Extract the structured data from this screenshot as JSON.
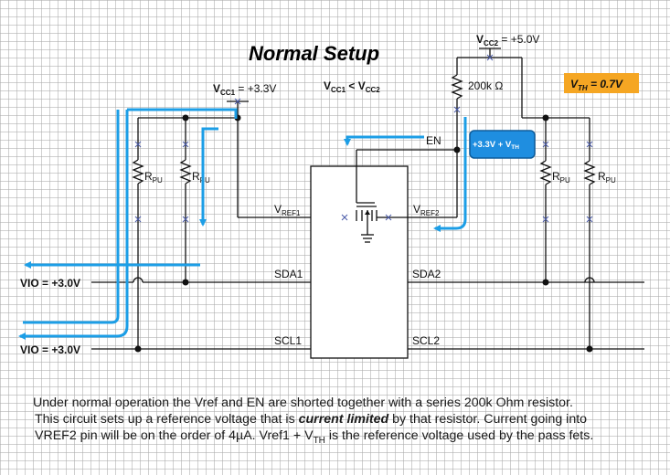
{
  "title": "Normal Setup",
  "supply": {
    "vcc1_prefix": "V",
    "vcc1_sub": "CC1",
    "vcc1_value": " = +3.3V",
    "vcc2_prefix": "V",
    "vcc2_sub": "CC2",
    "vcc2_value": " = +5.0V",
    "relation_a": "V",
    "relation_a_sub": "CC1",
    "relation_sep": " < ",
    "relation_b": "V",
    "relation_b_sub": "CC2"
  },
  "vth_badge": {
    "prefix": "V",
    "sub": "TH",
    "value": " = 0.7V",
    "color": "#f5a623"
  },
  "ref_badge": {
    "text": "+3.3V + V",
    "sub": "TH",
    "color": "#1f8ee0"
  },
  "resistor_200k": "200k Ω",
  "pullup": {
    "prefix": "R",
    "sub": "PU"
  },
  "pins": {
    "en": "EN",
    "vref1_prefix": "V",
    "vref1_sub": "REF1",
    "vref2_prefix": "V",
    "vref2_sub": "REF2",
    "sda1": "SDA1",
    "sda2": "SDA2",
    "scl1": "SCL1",
    "scl2": "SCL2"
  },
  "vio_top": "VIO = +3.0V",
  "vio_bottom": "VIO = +3.0V",
  "colors": {
    "flow": "#1c9ee6",
    "wire": "#111111"
  },
  "description": {
    "line1": "Under normal operation the Vref and EN are shorted together with a series 200k Ohm resistor.",
    "line2_a": "This circuit sets up a reference voltage that is ",
    "line2_emph": "current limited",
    "line2_b": " by that resistor.  Current going into",
    "line3_a": "VREF2 pin will be on the order of 4µA.  Vref1 + V",
    "line3_sub": "TH",
    "line3_b": " is the reference voltage used by the pass fets."
  }
}
